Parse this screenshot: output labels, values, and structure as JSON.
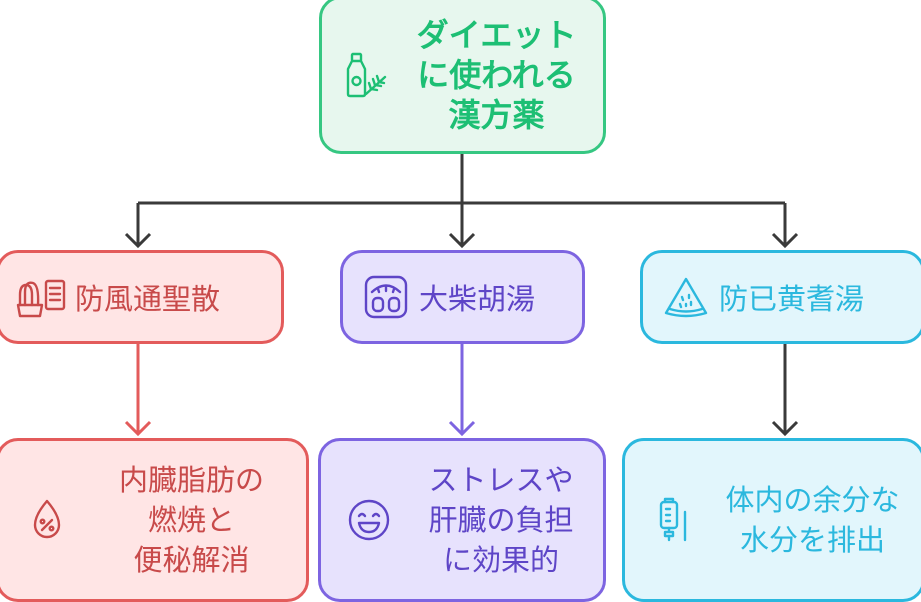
{
  "root": {
    "lines": [
      "ダイエット",
      "に使われる",
      "漢方薬"
    ],
    "icon": "herbal-bottle-icon",
    "color": "#36c782"
  },
  "remedies": [
    {
      "name": "防風通聖散",
      "icon": "plant-pot-icon",
      "color": "#e35b5b",
      "effect": [
        "内臓脂肪の",
        "燃焼と",
        "便秘解消"
      ],
      "effect_icon": "percent-drop-icon"
    },
    {
      "name": "大柴胡湯",
      "icon": "scale-icon",
      "color": "#7d64e1",
      "effect": [
        "ストレスや",
        "肝臓の負担",
        "に効果的"
      ],
      "effect_icon": "smile-face-icon"
    },
    {
      "name": "防已黄耆湯",
      "icon": "watermelon-icon",
      "color": "#2bb8de",
      "effect": [
        "体内の余分な",
        "水分を排出"
      ],
      "effect_icon": "iv-bag-icon"
    }
  ]
}
